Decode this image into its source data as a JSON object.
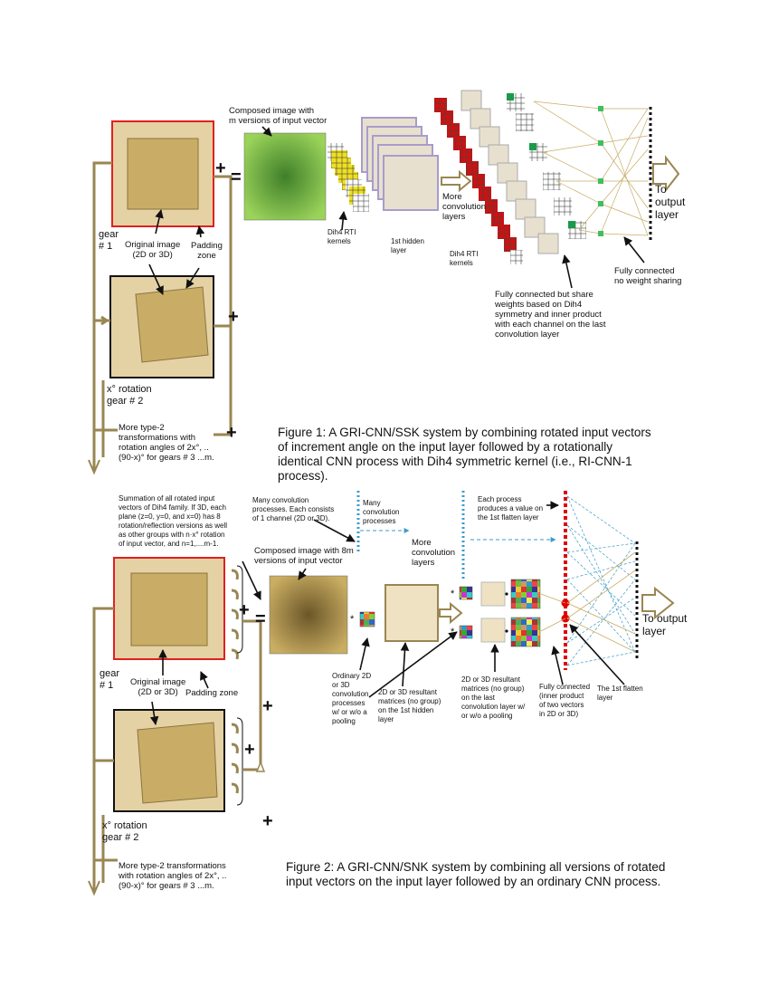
{
  "figure1": {
    "composed_label": "Composed image with\nm versions of input vector",
    "gear1_label": "gear\n# 1",
    "original_label": "Original image\n(2D or 3D)",
    "padding_label": "Padding\nzone",
    "rotation_label": "x° rotation\ngear # 2",
    "more_type2_label": "More type-2\ntransformations with\nrotation angles of  2x°, ..\n(90-x)° for gears # 3 ...m.",
    "kernels_label": "Dih4 RTI\nkernels",
    "hidden_label": "1st hidden\nlayer",
    "more_conv_label": "More\nconvolution\nlayers",
    "kernels2_label": "Dih4 RTI\nkernels",
    "fc_share_label": "Fully connected but share\nweights based on Dih4\nsymmetry and inner product\nwith each channel on the last\nconvolution layer",
    "fc_noshare_label": "Fully connected\nno weight sharing",
    "output_label": "To\noutput\nlayer",
    "plus": "+",
    "equals": "=",
    "caption": "Figure 1: A GRI-CNN/SSK system by combining rotated input vectors of increment angle on the input layer followed by a rotationally identical CNN process with Dih4 symmetric kernel (i.e., RI-CNN-1 process)."
  },
  "figure2": {
    "summation_label": "Summation of all rotated input\nvectors of Dih4 family. If 3D, each\nplane (z=0, y=0, and x=0) has 8\nrotation/reflection versions as well\nas other groups with n·x° rotation\nof input vector, and  n=1,....m-1.",
    "many_conv_label": "Many convolution\nprocesses. Each  consists\nof 1 channel (2D or 3D).",
    "many_conv2_label": "Many\nconvolution\nprocesses",
    "more_conv_label": "More\nconvolution\nlayers",
    "each_process_label": "Each process\nproduces a value on\nthe 1st flatten  layer",
    "composed_label": "Composed image with 8m\nversions of input vector",
    "output_label": "To output\nlayer",
    "gear1_label": "gear\n# 1",
    "original_label": "Original image\n(2D or 3D)",
    "padding_label": "Padding zone",
    "ordinary_label": "Ordinary 2D\nor 3D\nconvolution\nprocesses\nw/ or w/o a\npooling",
    "resultant1_label": "2D or 3D resultant\nmatrices (no group)\non the 1st hidden\nlayer",
    "resultant2_label": "2D or 3D resultant\nmatrices (no group)\non the last\nconvolution layer w/\nor w/o  a pooling",
    "fc_label": "Fully connected\n(inner product\nof two vectors\nin 2D or 3D)",
    "flatten_label": "The 1st flatten\nlayer",
    "rotation_label": "x° rotation\ngear # 2",
    "more_type2_label": "More type-2 transformations\nwith rotation angles of  2x°, ..\n(90-x)° for gears # 3 ...m.",
    "plus": "+",
    "equals": "=",
    "star": "*",
    "caption": "Figure 2: A GRI-CNN/SNK system by combining all versions of rotated input vectors on the input layer followed by an ordinary CNN process."
  },
  "colors": {
    "tan": "#e4d1a4",
    "gold": "#cdb26b",
    "olive_line": "#9a8652",
    "red_border": "#e02020",
    "green": "#7ac143",
    "kernel_red": "#d01010",
    "kernel_yellow": "#f0e020",
    "dot_blue": "#3b9bc8",
    "red_dot": "#e00000"
  }
}
